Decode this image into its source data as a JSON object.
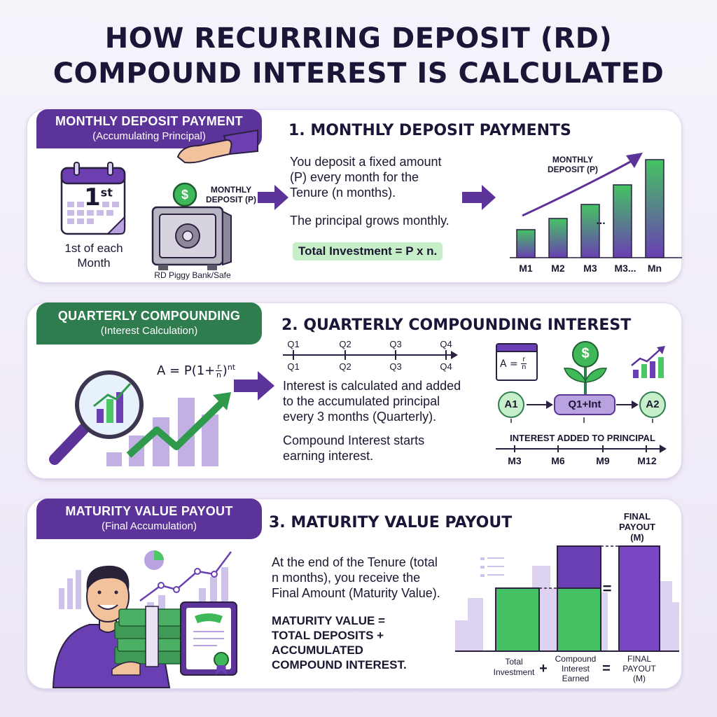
{
  "title": {
    "line1": "HOW RECURRING DEPOSIT (RD)",
    "line2": "COMPOUND INTEREST IS CALCULATED"
  },
  "colors": {
    "purple": "#5c3398",
    "green": "#2f7d4f",
    "light_green": "#4cc765",
    "light_purple": "#b8a2e0"
  },
  "section1": {
    "tag_title": "MONTHLY DEPOSIT PAYMENT",
    "tag_sub": "(Accumulating Principal)",
    "calendar_day": "1",
    "calendar_suffix": "st",
    "calendar_caption_1": "1st of each",
    "calendar_caption_2": "Month",
    "deposit_label_1": "MONTHLY",
    "deposit_label_2": "DEPOSIT (P)",
    "safe_caption": "RD Piggy Bank/Safe",
    "heading": "1. MONTHLY DEPOSIT PAYMENTS",
    "text_1": "You deposit a fixed amount",
    "text_2": "(P) every month for the",
    "text_3": "Tenure (n months).",
    "text_4": "The principal grows monthly.",
    "formula": "Total Investment = P x n.",
    "chart_label_1": "MONTHLY",
    "chart_label_2": "DEPOSIT (P)",
    "chart_ellipsis": "...",
    "icons": [
      "calendar-icon",
      "hand-coin-icon",
      "dollar-coin-icon",
      "safe-icon",
      "arrow-right-icon",
      "growth-arrow-icon"
    ]
  },
  "section2": {
    "tag_title": "QUARTERLY COMPOUNDING",
    "tag_sub": "(Interest Calculation)",
    "formula_main": "A = P(1+",
    "formula_num": "r",
    "formula_den": "n",
    "formula_close": ")",
    "formula_exp": "nt",
    "heading": "2. QUARTERLY COMPOUNDING INTEREST",
    "quarters": [
      "Q1",
      "Q2",
      "Q3",
      "Q4"
    ],
    "text_1": "Interest is calculated and added",
    "text_2": "to the accumulated principal",
    "text_3": "every 3 months (Quarterly).",
    "text_4": "Compound Interest starts",
    "text_5": "earning interest.",
    "mini_formula": "A = ",
    "mini_num": "r",
    "mini_den": "n",
    "dollar": "$",
    "node_a1": "A1",
    "node_mid": "Q1+Int",
    "node_a2": "A2",
    "interest_label": "INTEREST ADDED TO PRINCIPAL",
    "months": [
      "M3",
      "M6",
      "M9",
      "M12"
    ],
    "icons": [
      "magnifier-icon",
      "growth-arrow-icon",
      "arrow-right-icon",
      "browser-window-icon",
      "money-plant-icon",
      "mini-chart-icon"
    ]
  },
  "section3": {
    "tag_title": "MATURITY VALUE PAYOUT",
    "tag_sub": "(Final Accumulation)",
    "heading": "3. MATURITY VALUE PAYOUT",
    "text_1": "At the end of the Tenure (total",
    "text_2": "n months), you receive the",
    "text_3": "Final Amount (Maturity Value).",
    "bold_1": "MATURITY VALUE =",
    "bold_2": "TOTAL DEPOSITS +",
    "bold_3": "ACCUMULATED",
    "bold_4": "COMPOUND INTEREST.",
    "final_top_1": "FINAL",
    "final_top_2": "PAYOUT",
    "final_top_3": "(M)",
    "plus": "+",
    "equals": "=",
    "bar_equals": "=",
    "label_total_1": "Total",
    "label_total_2": "Investment",
    "label_ci_1": "Compound",
    "label_ci_2": "Interest",
    "label_ci_3": "Earned",
    "label_final_1": "FINAL",
    "label_final_2": "PAYOUT",
    "label_final_3": "(M)",
    "icons": [
      "person-icon",
      "cash-stack-icon",
      "certificate-icon",
      "pie-chart-icon",
      "line-chart-icon",
      "city-skyline-icon"
    ]
  },
  "chart_data": {
    "type": "bar",
    "categories": [
      "M1",
      "M2",
      "M3",
      "M3...",
      "Mn"
    ],
    "values": [
      1,
      1.4,
      1.9,
      2.6,
      3.5
    ],
    "ylim": [
      0,
      3.5
    ]
  }
}
